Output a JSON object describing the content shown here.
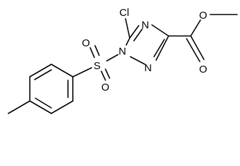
{
  "structure": {
    "atoms": {
      "cl": "Cl",
      "n1": "N",
      "n2": "N",
      "n4": "N",
      "s": "S",
      "o_s_top": "O",
      "o_s_bottom": "O",
      "o_ester_single": "O",
      "o_carbonyl": "O"
    }
  }
}
